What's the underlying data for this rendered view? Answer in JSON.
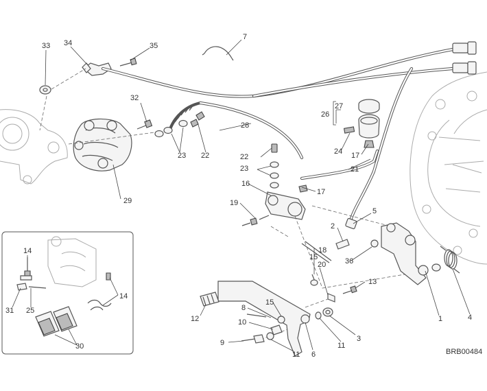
{
  "drawing_code": "BRB00484",
  "callouts": [
    {
      "id": "c1",
      "text": "1"
    },
    {
      "id": "c2",
      "text": "2"
    },
    {
      "id": "c3",
      "text": "3"
    },
    {
      "id": "c4",
      "text": "4"
    },
    {
      "id": "c5",
      "text": "5"
    },
    {
      "id": "c6",
      "text": "6"
    },
    {
      "id": "c7",
      "text": "7"
    },
    {
      "id": "c8",
      "text": "8"
    },
    {
      "id": "c9",
      "text": "9"
    },
    {
      "id": "c10",
      "text": "10"
    },
    {
      "id": "c11a",
      "text": "11"
    },
    {
      "id": "c11b",
      "text": "11"
    },
    {
      "id": "c12",
      "text": "12"
    },
    {
      "id": "c13",
      "text": "13"
    },
    {
      "id": "c14a",
      "text": "14"
    },
    {
      "id": "c14b",
      "text": "14"
    },
    {
      "id": "c15a",
      "text": "15"
    },
    {
      "id": "c15b",
      "text": "15"
    },
    {
      "id": "c16",
      "text": "16"
    },
    {
      "id": "c17a",
      "text": "17"
    },
    {
      "id": "c17b",
      "text": "17"
    },
    {
      "id": "c18",
      "text": "18"
    },
    {
      "id": "c19",
      "text": "19"
    },
    {
      "id": "c20",
      "text": "20"
    },
    {
      "id": "c21",
      "text": "21"
    },
    {
      "id": "c22a",
      "text": "22"
    },
    {
      "id": "c22b",
      "text": "22"
    },
    {
      "id": "c23a",
      "text": "23"
    },
    {
      "id": "c23b",
      "text": "23"
    },
    {
      "id": "c24",
      "text": "24"
    },
    {
      "id": "c25",
      "text": "25"
    },
    {
      "id": "c26",
      "text": "26"
    },
    {
      "id": "c27",
      "text": "27"
    },
    {
      "id": "c28",
      "text": "28"
    },
    {
      "id": "c29",
      "text": "29"
    },
    {
      "id": "c30",
      "text": "30"
    },
    {
      "id": "c31",
      "text": "31"
    },
    {
      "id": "c32",
      "text": "32"
    },
    {
      "id": "c33",
      "text": "33"
    },
    {
      "id": "c34",
      "text": "34"
    },
    {
      "id": "c35",
      "text": "35"
    },
    {
      "id": "c36",
      "text": "36"
    }
  ]
}
